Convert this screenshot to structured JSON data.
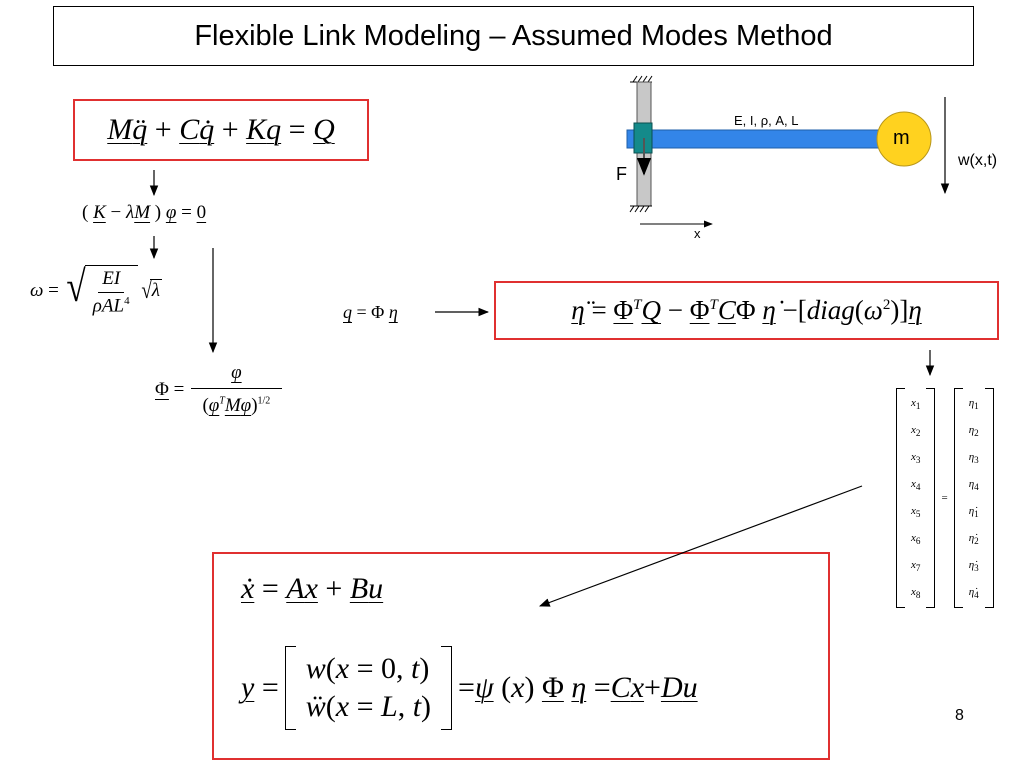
{
  "title": "Flexible Link Modeling – Assumed Modes Method",
  "diagram": {
    "beam_label": "E, I, ρ, A, L",
    "mass_label": "m",
    "force_label": "F",
    "x_axis_label": "x",
    "deflection_label": "w(x,t)",
    "mass_color": "#ffd21f",
    "beam_color": "#3385e8",
    "clamp_color": "#148a8a"
  },
  "page_number": "8"
}
